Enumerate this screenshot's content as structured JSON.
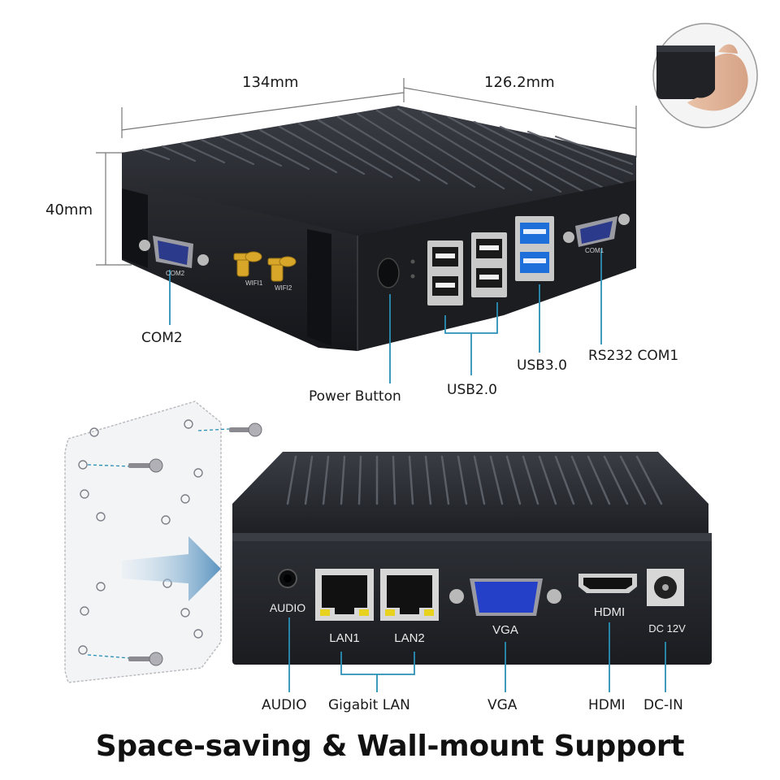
{
  "dimensions": {
    "length": "134mm",
    "width": "126.2mm",
    "height": "40mm"
  },
  "front_panel": {
    "callouts": {
      "com2": "COM2",
      "power_button": "Power Button",
      "usb2": "USB2.0",
      "usb3": "USB3.0",
      "rs232_com1": "RS232 COM1"
    },
    "printed": {
      "com2_port": "COM2",
      "wifi1": "WIFI1",
      "wifi2": "WIFI2",
      "com1_port": "COM1"
    }
  },
  "rear_panel": {
    "printed": {
      "audio": "AUDIO",
      "lan1": "LAN1",
      "lan2": "LAN2",
      "vga": "VGA",
      "hdmi": "HDMI",
      "dc": "DC 12V"
    },
    "callouts": {
      "audio": "AUDIO",
      "gigabit_lan": "Gigabit LAN",
      "vga": "VGA",
      "hdmi": "HDMI",
      "dc_in": "DC-IN"
    }
  },
  "headline": "Space-saving & Wall-mount Support",
  "colors": {
    "callout_line": "#2a8fb5",
    "chassis": "#1f2126",
    "usb3_blue": "#1e6fd9",
    "vga_blue": "#2440c8",
    "antenna_gold": "#d8a72a"
  }
}
